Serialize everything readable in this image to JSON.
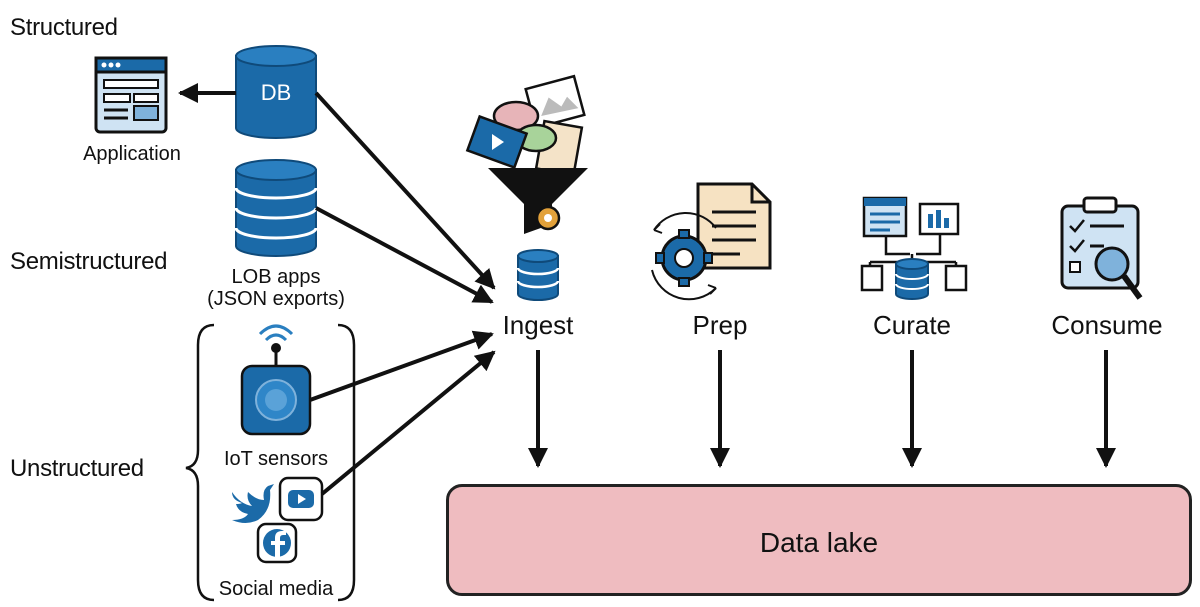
{
  "categories": {
    "structured": "Structured",
    "semistructured": "Semistructured",
    "unstructured": "Unstructured"
  },
  "sources": {
    "application": "Application",
    "db": "DB",
    "lob_line1": "LOB apps",
    "lob_line2": "(JSON exports)",
    "iot": "IoT sensors",
    "social": "Social media"
  },
  "stages": {
    "ingest": "Ingest",
    "prep": "Prep",
    "curate": "Curate",
    "consume": "Consume"
  },
  "lake": {
    "label": "Data lake"
  },
  "colors": {
    "blue": "#1b6aa8",
    "dark_blue": "#0f4a7a",
    "light_blue": "#cfe3f3",
    "lake_fill": "#efbcc0",
    "arrow": "#111111"
  },
  "icons": {
    "application": "app-window-icon",
    "db": "database-icon",
    "lob": "stacked-database-icon",
    "iot": "iot-sensor-icon",
    "twitter": "twitter-icon",
    "youtube": "youtube-icon",
    "facebook": "facebook-icon",
    "ingest": "funnel-icon",
    "prep": "document-gear-icon",
    "curate": "data-network-icon",
    "consume": "clipboard-search-icon"
  }
}
